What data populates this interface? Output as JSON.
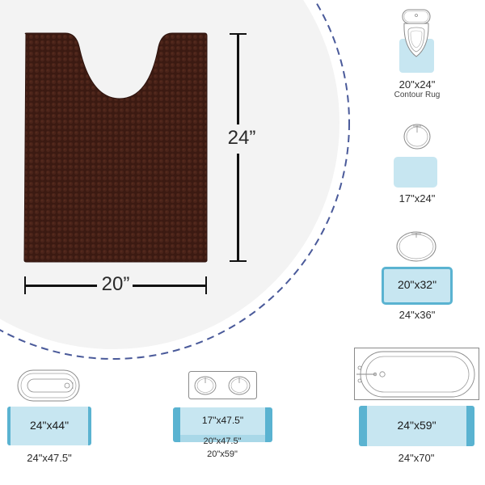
{
  "colors": {
    "background": "#ffffff",
    "circle_fill": "#f3f3f3",
    "dashed_arc": "#4a5a9a",
    "rug_brown": "#3b1a12",
    "mat_light": "#c7e6f1",
    "mat_edge": "#5ab3d1",
    "fixture_line": "#8a8a8a",
    "dimension_line": "#111111"
  },
  "hero": {
    "product": "contour-rug",
    "height_label": "24”",
    "width_label": "20”"
  },
  "sizes": [
    {
      "id": "contour",
      "fixture": "toilet-icon",
      "mat_label": "",
      "labels": [
        "20\"x24\"",
        "Contour Rug"
      ]
    },
    {
      "id": "small-sink",
      "fixture": "round-sink-icon",
      "mat_label": "",
      "labels": [
        "17\"x24\""
      ]
    },
    {
      "id": "medium-sink",
      "fixture": "oval-sink-icon",
      "mat_label": "20\"x32\"",
      "labels": [
        "24\"x36\""
      ]
    },
    {
      "id": "small-tub",
      "fixture": "small-tub-icon",
      "mat_label": "24\"x44\"",
      "labels": [
        "24\"x47.5\""
      ]
    },
    {
      "id": "double-sink",
      "fixture": "double-sink-icon",
      "mat_label": "17\"x47.5\"",
      "labels": [
        "20\"x47.5\"",
        "20\"x59\""
      ]
    },
    {
      "id": "bathtub",
      "fixture": "bathtub-icon",
      "mat_label": "24\"x59\"",
      "labels": [
        "24\"x70\""
      ]
    }
  ]
}
